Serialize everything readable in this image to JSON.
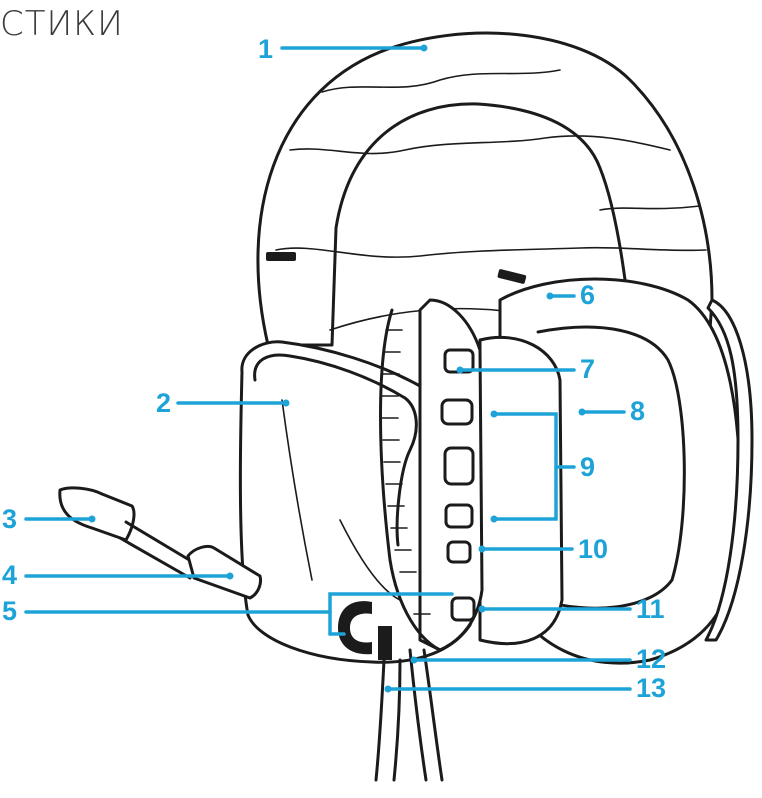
{
  "heading": "СТИКИ",
  "brand_colors": {
    "callout": "#1ea3d8",
    "ink": "#1b1b1b"
  },
  "icons": [
    "logitech-g-logo-icon",
    "microphone-icon",
    "headset-illustration"
  ],
  "callouts": [
    {
      "number": "1"
    },
    {
      "number": "2"
    },
    {
      "number": "3"
    },
    {
      "number": "4"
    },
    {
      "number": "5"
    },
    {
      "number": "6"
    },
    {
      "number": "7"
    },
    {
      "number": "8"
    },
    {
      "number": "9"
    },
    {
      "number": "10"
    },
    {
      "number": "11"
    },
    {
      "number": "12"
    },
    {
      "number": "13"
    }
  ]
}
